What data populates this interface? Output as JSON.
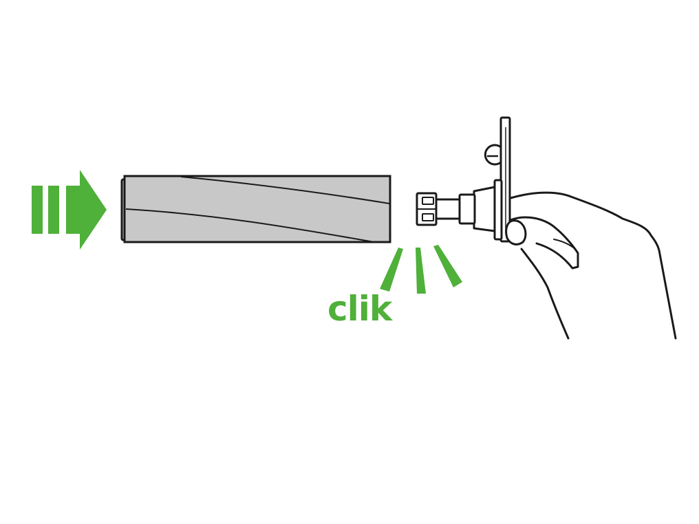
{
  "colors": {
    "accent_green": "#4fb03a",
    "roller_fill": "#c8c8c8",
    "outline": "#1a1a1a",
    "background": "#ffffff"
  },
  "illustration": {
    "push_arrow_icon": "triple-bar-right-arrow",
    "sound_lines_icon": "click-sound-lines",
    "sound_text": "clik"
  }
}
